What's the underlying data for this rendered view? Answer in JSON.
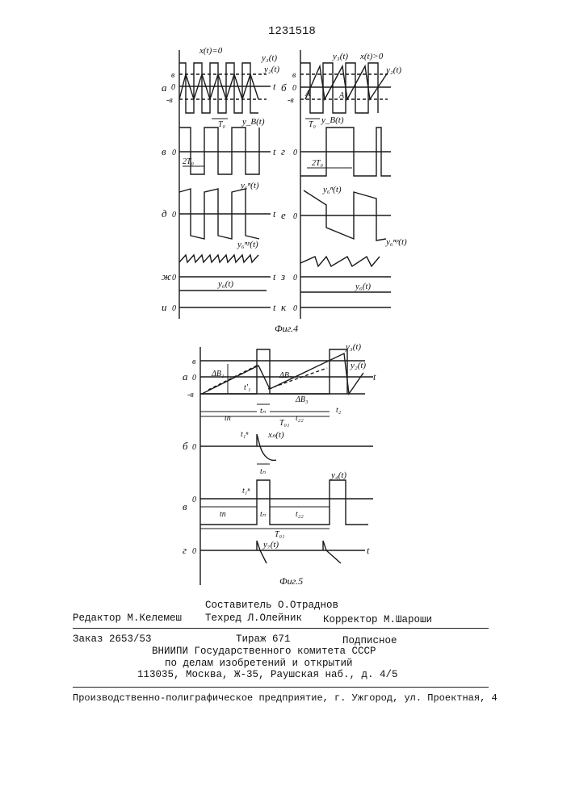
{
  "patent_number": "1231518",
  "fig4": {
    "caption": "Фиг.4",
    "cond_left": "x(t)=0",
    "cond_right": "x(t)>0",
    "row_letters": [
      "а",
      "б",
      "в",
      "г",
      "д",
      "е",
      "ж",
      "з",
      "и",
      "к"
    ],
    "axis_t": "t",
    "zero": "0",
    "level_plus": "в",
    "level_minus": "-в",
    "sig_y3": "y₃(t)",
    "sig_y2": "y₂(t)",
    "sig_yB": "y_B(t)",
    "sig_y6_n": "y₆ⁿ(t)",
    "sig_y6_np": "y₆ⁿᵖ(t)",
    "sig_y6": "y₆(t)",
    "period_T0": "T₀",
    "period_2T0": "2T₀",
    "mark_A": "A"
  },
  "fig5": {
    "caption": "Фиг.5",
    "row_letters": [
      "а",
      "б",
      "в",
      "г"
    ],
    "axis_t": "t",
    "zero": "0",
    "level_plus": "в",
    "level_minus": "-в",
    "sig_y3": "y₃(t)",
    "sig_y2": "y₂(t)",
    "sig_xn": "xₙ(t)",
    "sig_y4": "y₄(t)",
    "sig_y7": "y₇(t)",
    "dB1": "ΔB₁",
    "dB2": "ΔB₂",
    "dB3": "ΔB₃",
    "t1": "t'₁",
    "t1n": "t₁ⁿ",
    "tn": "tₙ",
    "tn_cap": "tп",
    "t22": "t₂₂",
    "T01": "T₀₁",
    "t2": "t₂"
  },
  "colophon": {
    "editor": "Редактор М.Келемеш",
    "compiler": "Составитель О.Отраднов",
    "techred": "Техред Л.Олейник",
    "corrector": "Корректор М.Шароши",
    "order": "Заказ 2653/53",
    "tirazh": "Тираж 671",
    "podpisnoe": "Подписное",
    "org1": "ВНИИПИ Государственного комитета СССР",
    "org2": "по делам изобретений и открытий",
    "address": "113035, Москва, Ж-35, Раушская наб., д. 4/5",
    "printer": "Производственно-полиграфическое предприятие, г. Ужгород, ул. Проектная, 4"
  }
}
